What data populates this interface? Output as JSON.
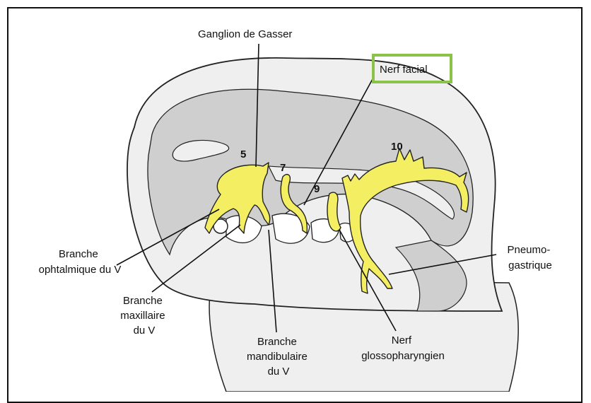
{
  "labels": {
    "ganglion_gasser": "Ganglion de Gasser",
    "nerf_facial": "Nerf facial",
    "num_5": "5",
    "num_7": "7",
    "num_9": "9",
    "num_10": "10",
    "branche_ophtalmique": [
      "Branche",
      "ophtalmique du V"
    ],
    "branche_maxillaire": [
      "Branche",
      "maxillaire",
      "du V"
    ],
    "branche_mandibulaire": [
      "Branche",
      "mandibulaire",
      "du V"
    ],
    "nerf_glosso": [
      "Nerf",
      "glossopharyngien"
    ],
    "pneumo": [
      "Pneumo-",
      "gastrique"
    ]
  },
  "colors": {
    "nerve": "#f4ee62",
    "highlight": "#8bc34a",
    "embryo_outer": "#efefef",
    "embryo_inner": "#cfcfcf"
  }
}
